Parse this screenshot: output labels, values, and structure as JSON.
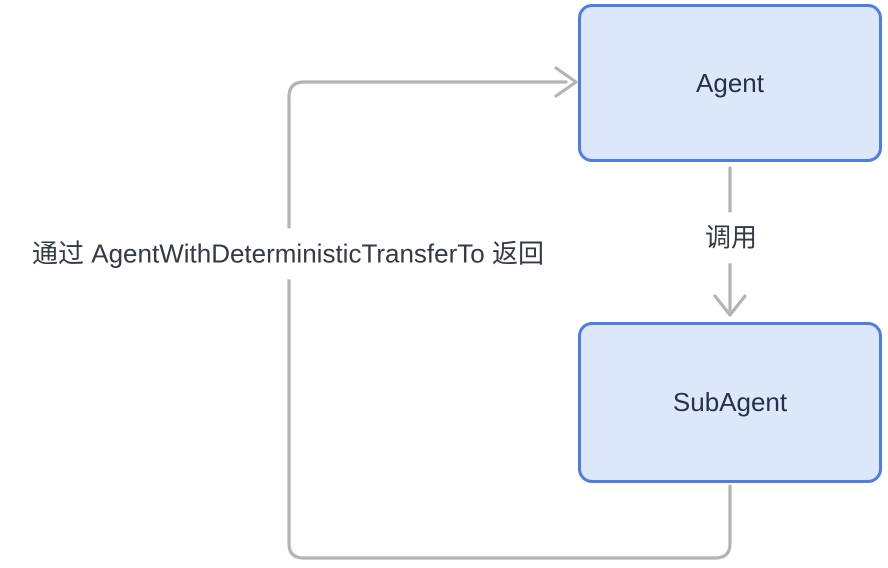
{
  "diagram": {
    "type": "flowchart",
    "nodes": [
      {
        "id": "agent",
        "label": "Agent"
      },
      {
        "id": "subagent",
        "label": "SubAgent"
      }
    ],
    "edges": [
      {
        "from": "agent",
        "to": "subagent",
        "label": "调用",
        "direction": "down",
        "style": "gray-rounded-arrow"
      },
      {
        "from": "subagent",
        "to": "agent",
        "label": "通过 AgentWithDeterministicTransferTo 返回",
        "direction": "loop-left",
        "style": "gray-rounded-arrow"
      }
    ]
  },
  "colors": {
    "node_fill": "#dde7fa",
    "node_border": "#4c7de8",
    "node_text": "#26324b",
    "edge_line": "#b4b4b8",
    "label_text": "#333b45",
    "background": "#ffffff"
  }
}
